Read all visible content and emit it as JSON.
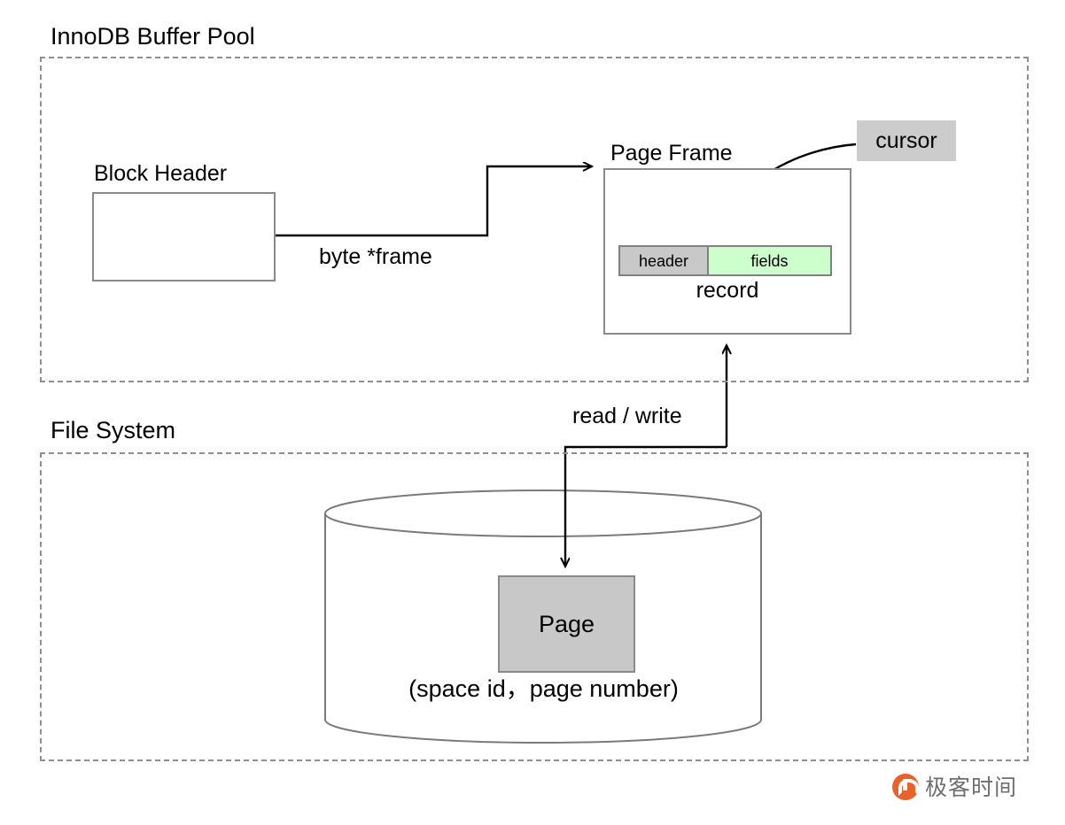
{
  "diagram": {
    "regions": [
      {
        "id": "buffer-pool",
        "title": "InnoDB Buffer Pool"
      },
      {
        "id": "file-system",
        "title": "File System"
      }
    ],
    "buffer_pool": {
      "block_header": {
        "caption": "Block Header"
      },
      "page_frame": {
        "caption": "Page Frame",
        "record": {
          "caption": "record",
          "header_label": "header",
          "fields_label": "fields"
        }
      },
      "cursor_label": "cursor",
      "pointer_edge_label": "byte *frame"
    },
    "file_system": {
      "io_edge_label": "read / write",
      "page_label": "Page",
      "page_coords_label": "(space id，page number)"
    },
    "watermark": {
      "text": "极客时间",
      "logo_icon": "geekbang-logo-icon"
    },
    "colors": {
      "record_header_fill": "#c8c8c8",
      "record_fields_fill": "#ccffcc",
      "page_fill": "#c8c8c8",
      "cursor_fill": "#cccccc",
      "region_border": "#8f8f8f",
      "box_border": "#8a8a8a",
      "arrow_stroke": "#000000",
      "cylinder_stroke": "#7a7a7a",
      "watermark_accent": "#e8622a"
    }
  }
}
